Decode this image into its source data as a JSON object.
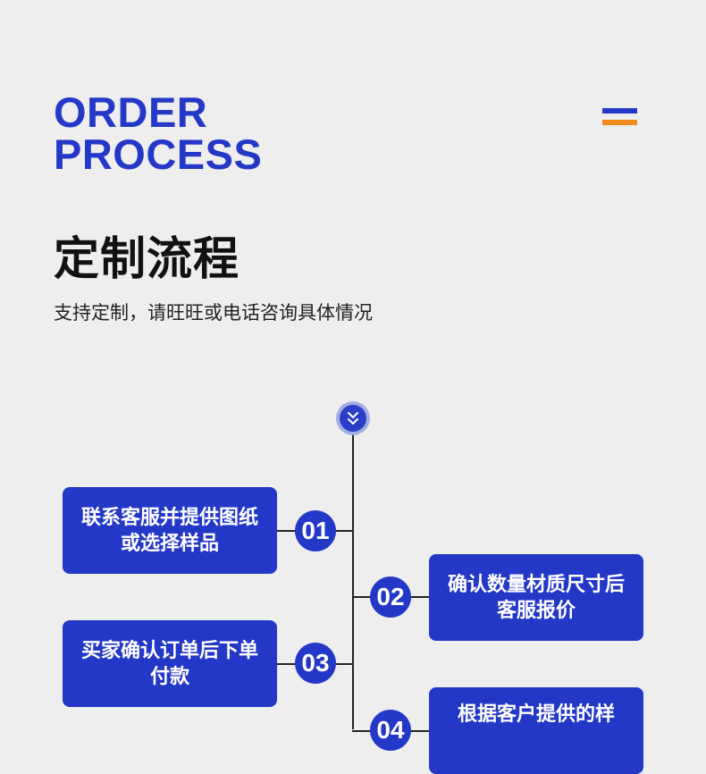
{
  "header": {
    "title_line1": "ORDER",
    "title_line2": "PROCESS",
    "cn_title": "定制流程",
    "subtitle": "支持定制，请旺旺或电话咨询具体情况",
    "menu_icon": "menu-icon",
    "accent_blue": "#2438c8",
    "accent_orange": "#f08a1c"
  },
  "timeline": {
    "top_icon": "double-chevron-down-icon",
    "steps": [
      {
        "number": "01",
        "text": "联系客服并提供图纸或选择样品"
      },
      {
        "number": "02",
        "text": "确认数量材质尺寸后客服报价"
      },
      {
        "number": "03",
        "text": "买家确认订单后下单付款"
      },
      {
        "number": "04",
        "text": "根据客户提供的样"
      }
    ]
  }
}
